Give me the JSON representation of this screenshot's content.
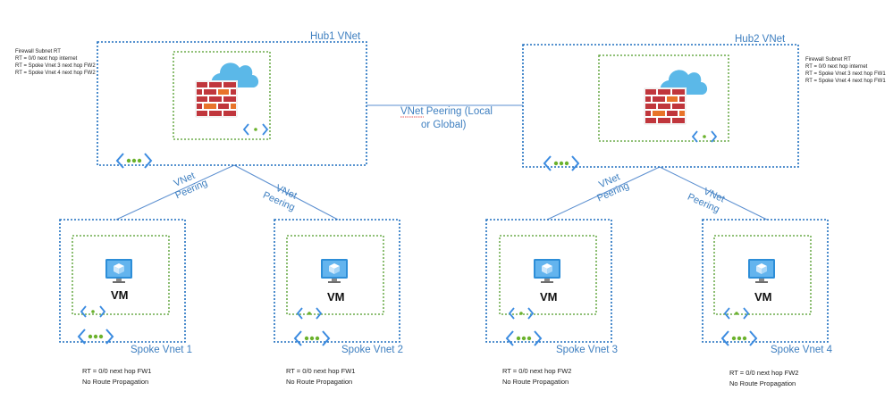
{
  "hubs": [
    {
      "name": "Hub1 VNet",
      "route_table": [
        "Firewall Subnet RT",
        "RT = 0/0 next hop internet",
        "RT = Spoke Vnet 3 next hop FW2",
        "RT = Spoke Vnet 4 next hop FW2"
      ]
    },
    {
      "name": "Hub2 VNet",
      "route_table": [
        "Firewall Subnet RT",
        "RT = 0/0 next hop internet",
        "RT = Spoke Vnet 3 next hop FW1",
        "RT = Spoke Vnet 4 next hop FW1"
      ]
    }
  ],
  "hub_peering": {
    "line1": "VNet Peering (Local",
    "line2": "or Global)"
  },
  "peering": {
    "line1": "VNet",
    "line2": "Peering"
  },
  "spokes": [
    {
      "name": "Spoke Vnet 1",
      "vm": "VM",
      "rt": "RT = 0/0 next hop FW1",
      "propagation": "No Route Propagation"
    },
    {
      "name": "Spoke Vnet 2",
      "vm": "VM",
      "rt": "RT = 0/0 next hop FW1",
      "propagation": "No Route Propagation"
    },
    {
      "name": "Spoke Vnet 3",
      "vm": "VM",
      "rt": "RT = 0/0 next hop FW2",
      "propagation": "No Route Propagation"
    },
    {
      "name": "Spoke Vnet 4",
      "vm": "VM",
      "rt": "RT = 0/0 next hop FW2",
      "propagation": "No Route Propagation"
    }
  ],
  "colors": {
    "vnet_border": "#1f6fbf",
    "subnet_border": "#4e9a26",
    "peering_line": "#5b8fd0",
    "label_blue": "#3e7fc0",
    "firewall_red": "#c0363c",
    "firewall_orange": "#e8742a",
    "cloud_blue": "#5bb8e8",
    "vm_blue": "#2d8ed8"
  }
}
